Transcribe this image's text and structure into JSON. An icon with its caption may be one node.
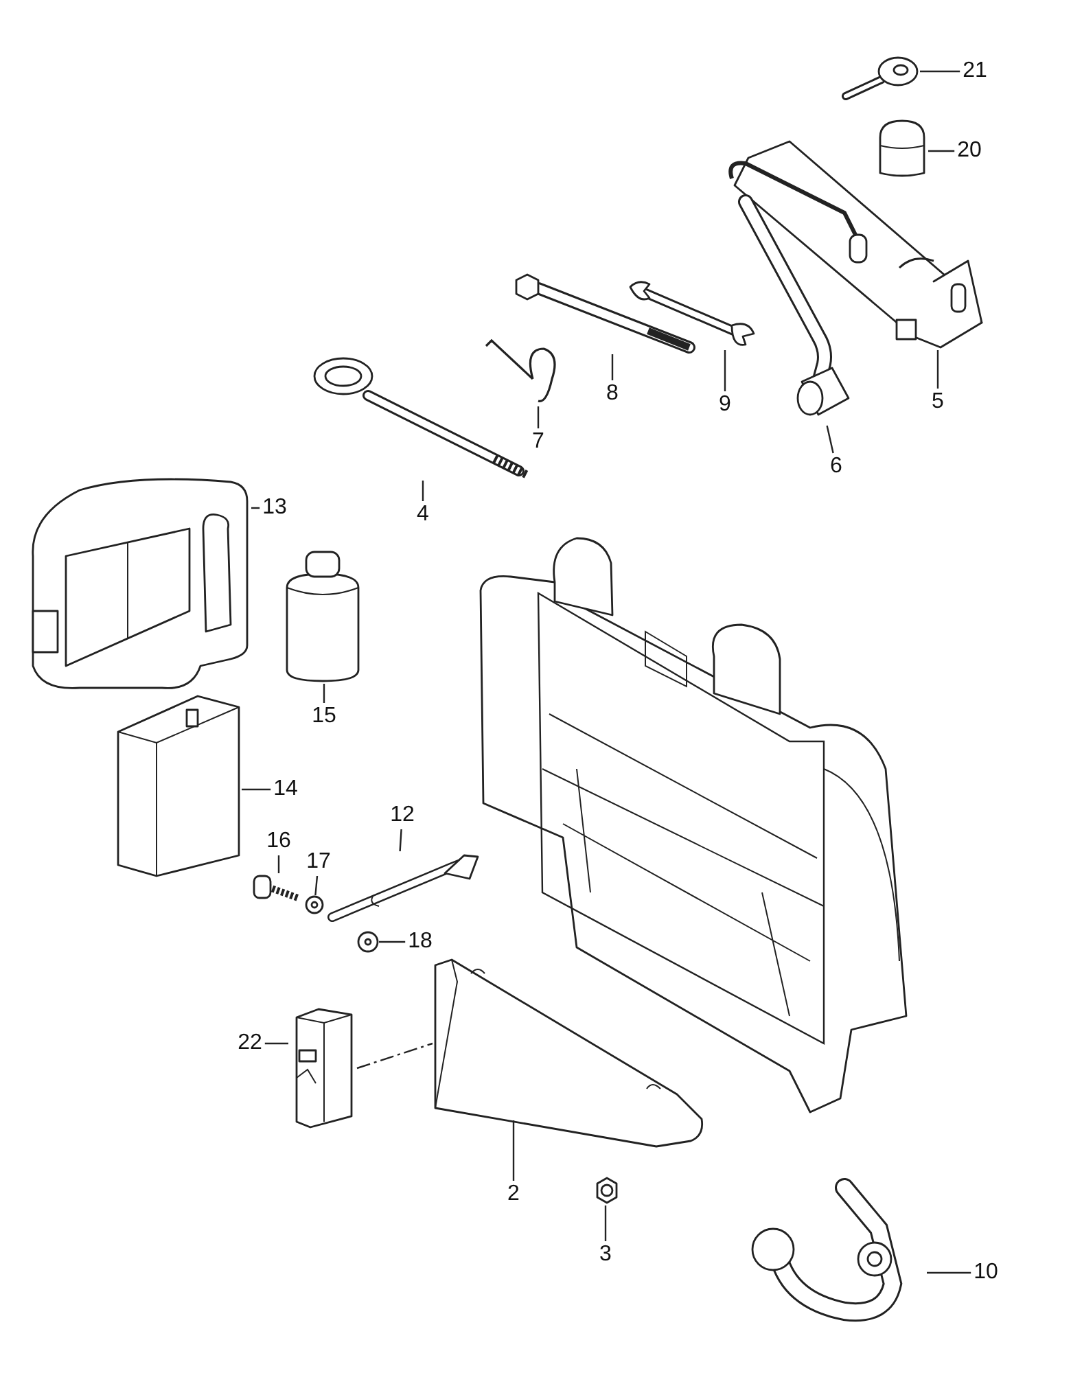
{
  "diagram": {
    "nodes": [
      {
        "text": [
          "21"
        ]
      },
      {
        "text": [
          "20"
        ]
      },
      {
        "text": [
          "5"
        ]
      },
      {
        "text": [
          "8"
        ]
      },
      {
        "text": [
          "9"
        ]
      },
      {
        "text": [
          "7"
        ]
      },
      {
        "text": [
          "6"
        ]
      },
      {
        "text": [
          "4"
        ]
      },
      {
        "text": [
          "13"
        ]
      },
      {
        "text": [
          "15"
        ]
      },
      {
        "text": [
          "14"
        ]
      },
      {
        "text": [
          "16"
        ]
      },
      {
        "text": [
          "12"
        ]
      },
      {
        "text": [
          "17"
        ]
      },
      {
        "text": [
          "18"
        ]
      },
      {
        "text": [
          "22"
        ]
      },
      {
        "text": [
          "2"
        ]
      },
      {
        "text": [
          "3"
        ]
      },
      {
        "text": [
          "10"
        ]
      },
      {
        "text": [],
        "shape": "picture"
      },
      {
        "text": [],
        "shape": "picture"
      },
      {
        "text": [],
        "shape": "picture"
      },
      {
        "text": [],
        "shape": "picture"
      },
      {
        "text": [],
        "shape": "picture"
      },
      {
        "text": [],
        "shape": "picture"
      },
      {
        "text": [],
        "shape": "picture"
      },
      {
        "text": [],
        "shape": "picture"
      },
      {
        "text": [],
        "shape": "picture"
      },
      {
        "text": [],
        "shape": "picture"
      },
      {
        "text": [],
        "shape": "picture"
      },
      {
        "text": [],
        "shape": "picture"
      },
      {
        "text": [],
        "shape": "picture"
      },
      {
        "text": [],
        "shape": "picture"
      },
      {
        "text": [],
        "shape": "picture"
      },
      {
        "text": [],
        "shape": "picture"
      },
      {
        "text": [],
        "shape": "picture"
      },
      {
        "text": [],
        "shape": "picture"
      },
      {
        "text": [],
        "shape": "picture"
      }
    ],
    "edges": [
      {
        "from": 0,
        "to": 19,
        "arrow": "none"
      },
      {
        "from": 1,
        "to": 20,
        "arrow": "none"
      },
      {
        "from": 2,
        "to": 21,
        "arrow": "none"
      },
      {
        "from": 3,
        "to": 22,
        "arrow": "none"
      },
      {
        "from": 4,
        "to": 23,
        "arrow": "none"
      },
      {
        "from": 5,
        "to": 24,
        "arrow": "none"
      },
      {
        "from": 6,
        "to": 25,
        "arrow": "none"
      },
      {
        "from": 7,
        "to": 26,
        "arrow": "none"
      },
      {
        "from": 8,
        "to": 27,
        "arrow": "none"
      },
      {
        "from": 9,
        "to": 28,
        "arrow": "none"
      },
      {
        "from": 10,
        "to": 29,
        "arrow": "none"
      },
      {
        "from": 11,
        "to": 30,
        "arrow": "none"
      },
      {
        "from": 12,
        "to": 31,
        "arrow": "none"
      },
      {
        "from": 13,
        "to": 32,
        "arrow": "none"
      },
      {
        "from": 14,
        "to": 33,
        "arrow": "none"
      },
      {
        "from": 15,
        "to": 34,
        "arrow": "none"
      },
      {
        "from": 16,
        "to": 35,
        "arrow": "none"
      },
      {
        "from": 17,
        "to": 36,
        "arrow": "none"
      },
      {
        "from": 18,
        "to": 37,
        "arrow": "none"
      },
      {
        "from": 34,
        "to": 35,
        "arrow": "none",
        "style": "dashed"
      }
    ]
  }
}
